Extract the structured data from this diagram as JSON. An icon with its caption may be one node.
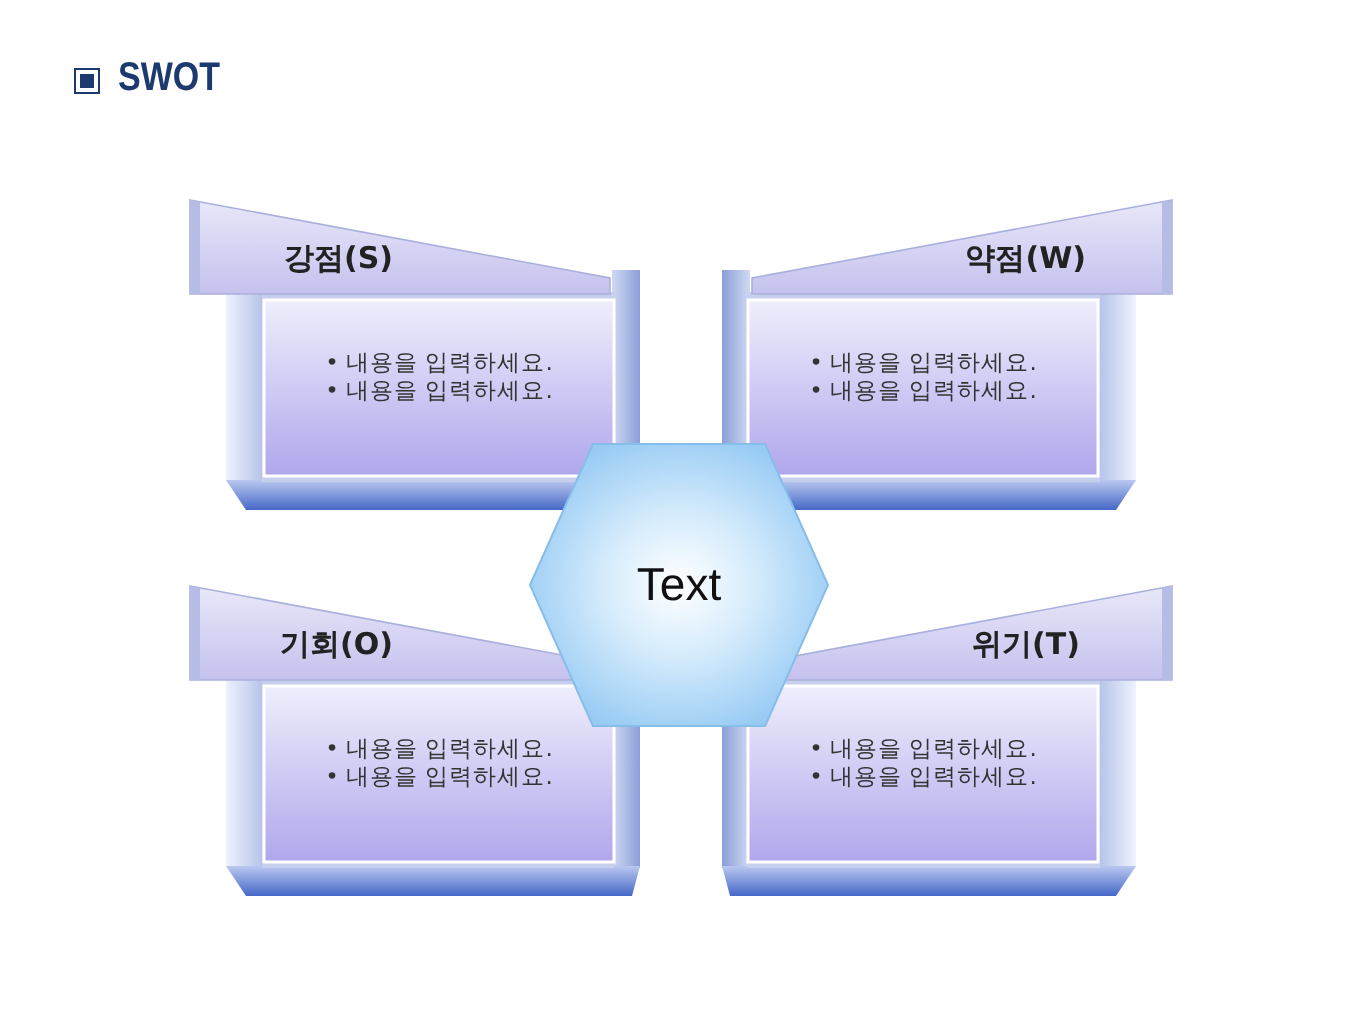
{
  "diagram": {
    "title": "SWOT",
    "nodes": [
      {
        "text": [
          "강점(S)",
          "• 내용을 입력하세요.",
          "• 내용을 입력하세요."
        ]
      },
      {
        "text": [
          "약점(W)",
          "• 내용을 입력하세요.",
          "• 내용을 입력하세요."
        ]
      },
      {
        "text": [
          "Text"
        ]
      },
      {
        "text": [
          "기회(O)",
          "• 내용을 입력하세요.",
          "• 내용을 입력하세요."
        ]
      },
      {
        "text": [
          "위기(T)",
          "• 내용을 입력하세요.",
          "• 내용을 입력하세요."
        ]
      }
    ]
  }
}
